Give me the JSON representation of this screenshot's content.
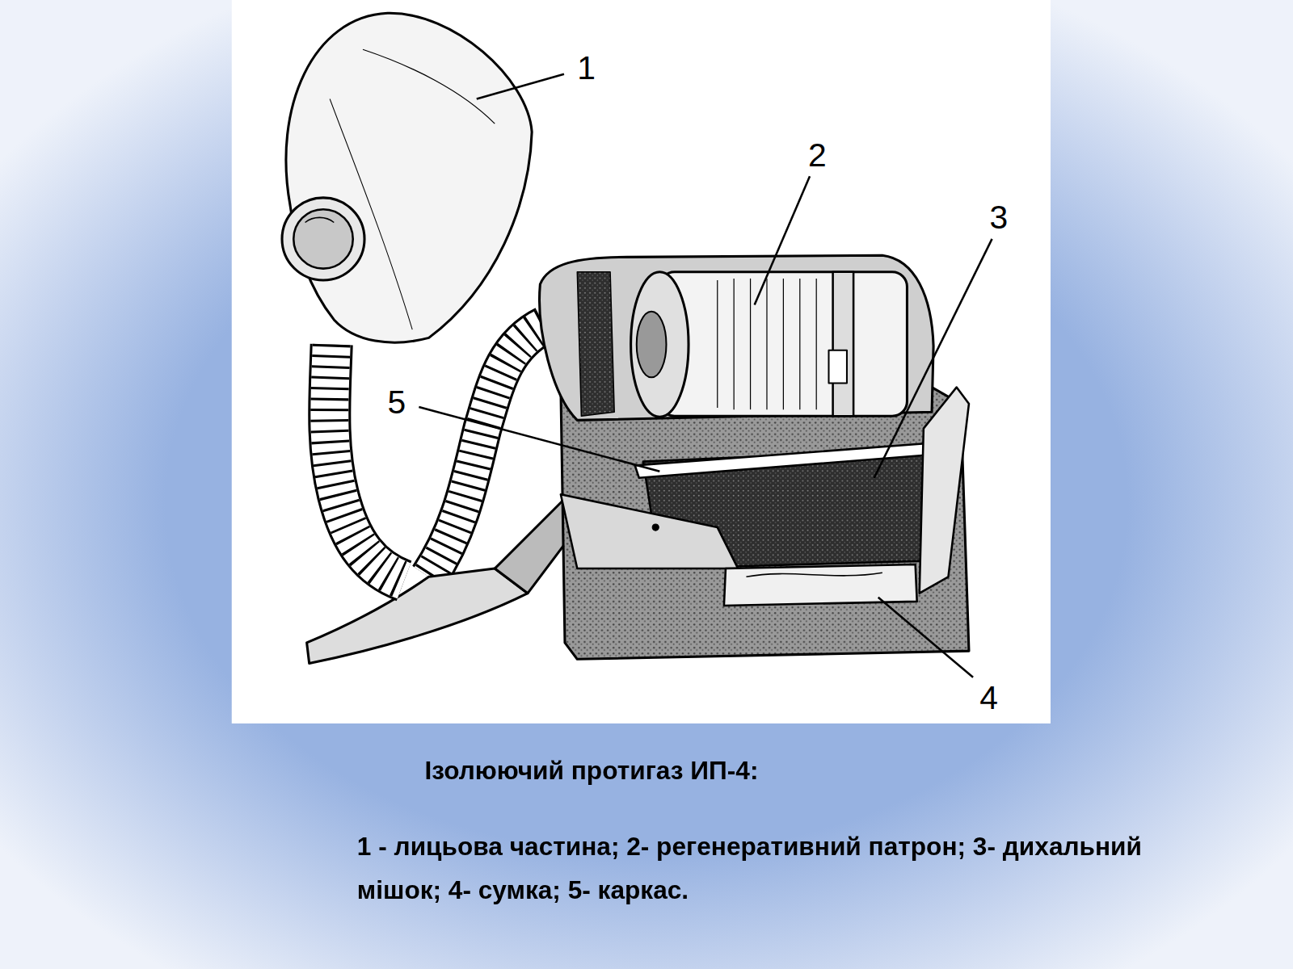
{
  "diagram": {
    "title": "Ізолюючий протигаз ИП-4:",
    "caption": "1 - лицьова частина; 2- регенеративний патрон; 3- дихальний мішок; 4- сумка; 5- каркас.",
    "labels": [
      "1",
      "2",
      "3",
      "5",
      "4"
    ]
  }
}
